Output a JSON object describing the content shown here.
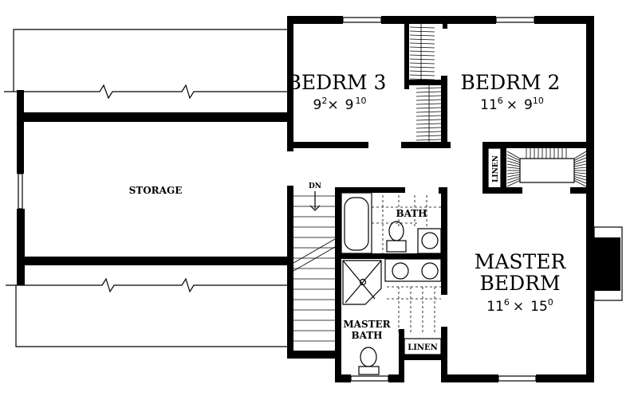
{
  "plan": {
    "rooms": [
      {
        "id": "bedrm3",
        "name": "BEDRM 3",
        "dim": {
          "a": "9",
          "a_sup": "2",
          "b": "9",
          "b_sup": "10"
        }
      },
      {
        "id": "bedrm2",
        "name": "BEDRM 2",
        "dim": {
          "a": "11",
          "a_sup": "6",
          "b": "9",
          "b_sup": "10"
        }
      },
      {
        "id": "master",
        "name_line1": "MASTER",
        "name_line2": "BEDRM",
        "dim": {
          "a": "11",
          "a_sup": "6",
          "b": "15",
          "b_sup": "0"
        }
      }
    ],
    "labels": {
      "storage": "STORAGE",
      "stairs_dn": "DN",
      "bath": "BATH",
      "master_bath_line1": "MASTER",
      "master_bath_line2": "BATH",
      "linen_master": "LINEN",
      "linen_hall": "LINEN",
      "times": "×"
    }
  }
}
